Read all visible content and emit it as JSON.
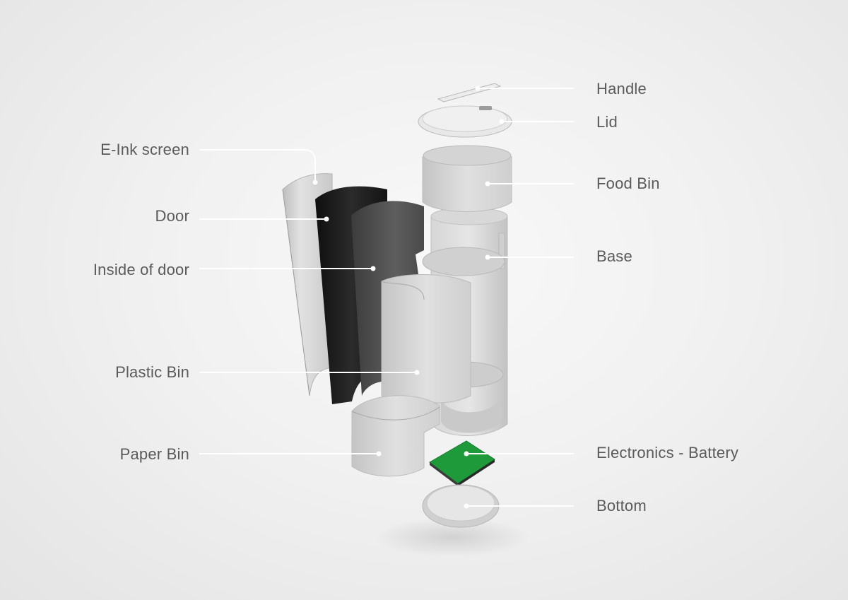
{
  "diagram": {
    "labels_left": {
      "e_ink_screen": "E-Ink screen",
      "door": "Door",
      "inside_of_door": "Inside of door",
      "plastic_bin": "Plastic Bin",
      "paper_bin": "Paper Bin"
    },
    "labels_right": {
      "handle": "Handle",
      "lid": "Lid",
      "food_bin": "Food Bin",
      "base": "Base",
      "electronics_battery": "Electronics - Battery",
      "bottom": "Bottom"
    }
  },
  "colors": {
    "background": "#f1f1f1",
    "label_text": "#5a5a5a",
    "leader_line": "#ffffff",
    "panel_light": "#d9d9d9",
    "door_dark": "#1f1f1f",
    "inside_door": "#505050",
    "circuit_board": "#1e9a3a"
  }
}
